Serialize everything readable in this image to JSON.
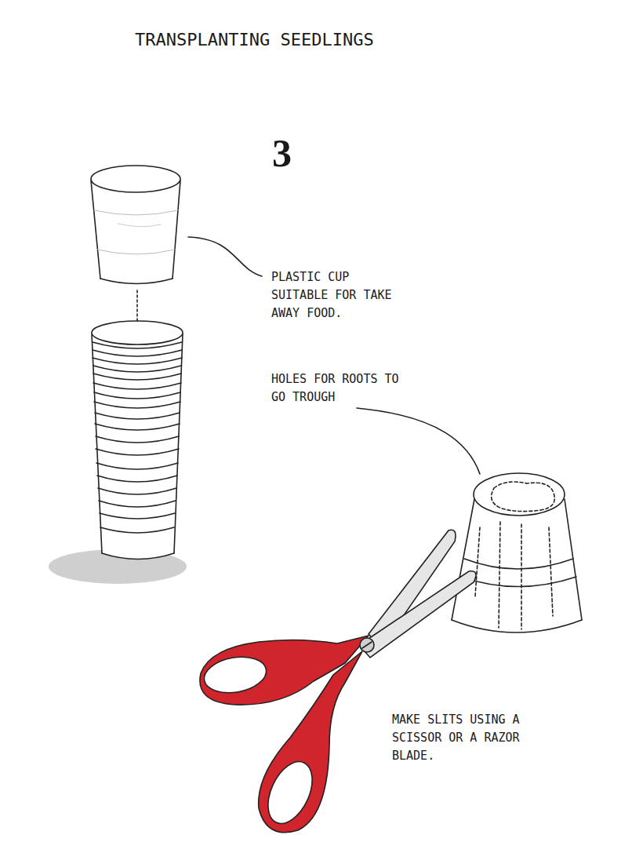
{
  "diagram": {
    "title": "TRANSPLANTING SEEDLINGS",
    "labels": [
      "3",
      "PLASTIC CUP SUITABLE FOR TAKE AWAY FOOD.",
      "HOLES FOR ROOTS TO GO TROUGH",
      "MAKE SLITS USING A SCISSOR OR A RAZOR BLADE."
    ]
  }
}
